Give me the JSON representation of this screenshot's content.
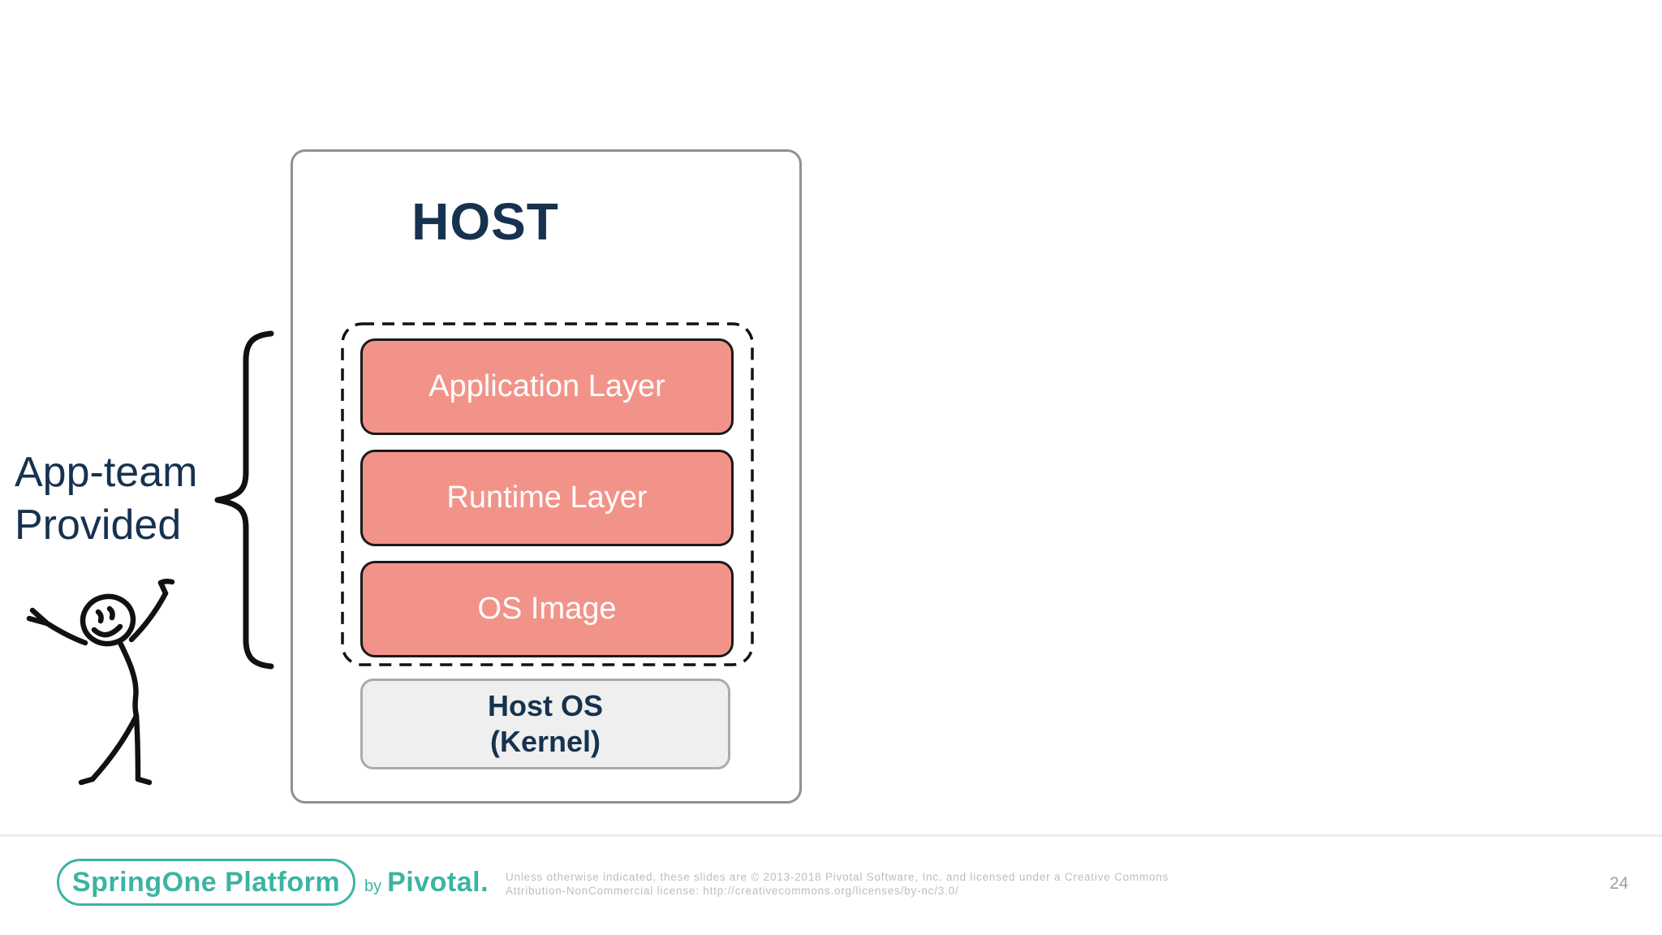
{
  "diagram": {
    "host": {
      "title": "HOST"
    },
    "layers": [
      {
        "label": "Application Layer"
      },
      {
        "label": "Runtime Layer"
      },
      {
        "label": "OS Image"
      }
    ],
    "host_os": {
      "line1": "Host OS",
      "line2": "(Kernel)"
    },
    "annotation": {
      "line1": "App-team",
      "line2": "Provided"
    }
  },
  "footer": {
    "logo": {
      "text": "SpringOne Platform",
      "by": "by",
      "brand": "Pivotal."
    },
    "license": {
      "line1": "Unless otherwise indicated, these slides are © 2013-2018 Pivotal Software, Inc. and licensed under a Creative Commons",
      "line2": "Attribution-NonCommercial license: http://creativecommons.org/licenses/by-nc/3.0/"
    },
    "page_number": "24"
  },
  "colors": {
    "layer_fill": "#F2938A",
    "navy": "#16324F",
    "teal": "#3CB4A2",
    "host_os_fill": "#EFEFEF"
  }
}
